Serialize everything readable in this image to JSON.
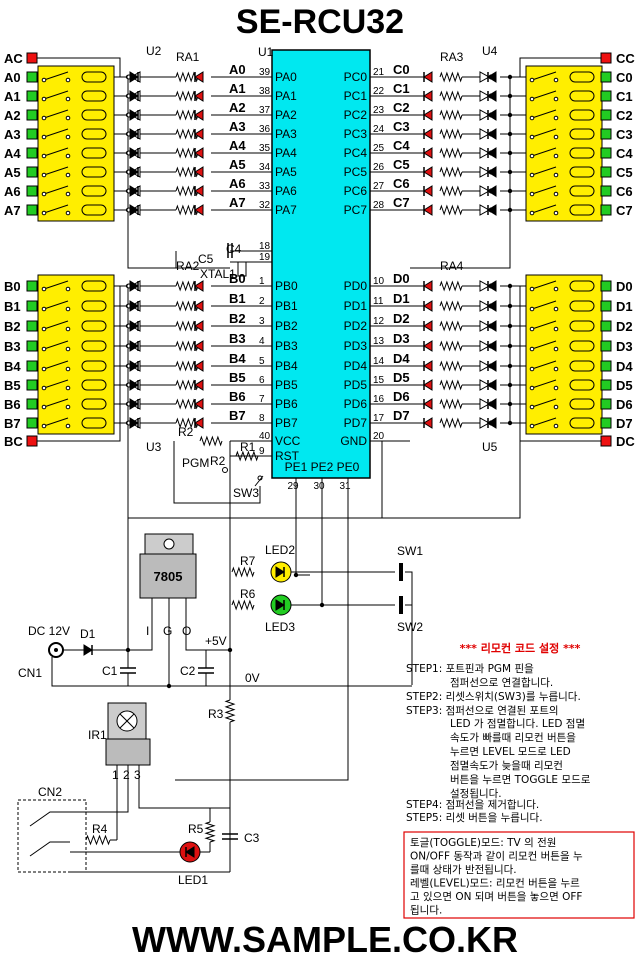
{
  "title": "SE-RCU32",
  "footer": "WWW.SAMPLE.CO.KR",
  "chip": {
    "label": "U1",
    "left_pins": [
      {
        "name": "PA0",
        "num": "39"
      },
      {
        "name": "PA1",
        "num": "38"
      },
      {
        "name": "PA2",
        "num": "37"
      },
      {
        "name": "PA3",
        "num": "36"
      },
      {
        "name": "PA4",
        "num": "35"
      },
      {
        "name": "PA5",
        "num": "34"
      },
      {
        "name": "PA6",
        "num": "33"
      },
      {
        "name": "PA7",
        "num": "32"
      },
      {
        "name": "",
        "num": "18"
      },
      {
        "name": "",
        "num": "19"
      },
      {
        "name": "PB0",
        "num": "1"
      },
      {
        "name": "PB1",
        "num": "2"
      },
      {
        "name": "PB2",
        "num": "3"
      },
      {
        "name": "PB3",
        "num": "4"
      },
      {
        "name": "PB4",
        "num": "5"
      },
      {
        "name": "PB5",
        "num": "6"
      },
      {
        "name": "PB6",
        "num": "7"
      },
      {
        "name": "PB7",
        "num": "8"
      },
      {
        "name": "VCC",
        "num": "40"
      },
      {
        "name": "RST",
        "num": "9"
      }
    ],
    "right_pins": [
      {
        "name": "PC0",
        "num": "21"
      },
      {
        "name": "PC1",
        "num": "22"
      },
      {
        "name": "PC2",
        "num": "23"
      },
      {
        "name": "PC3",
        "num": "24"
      },
      {
        "name": "PC4",
        "num": "25"
      },
      {
        "name": "PC5",
        "num": "26"
      },
      {
        "name": "PC6",
        "num": "27"
      },
      {
        "name": "PC7",
        "num": "28"
      },
      {
        "name": "PD0",
        "num": "10"
      },
      {
        "name": "PD1",
        "num": "11"
      },
      {
        "name": "PD2",
        "num": "12"
      },
      {
        "name": "PD3",
        "num": "13"
      },
      {
        "name": "PD4",
        "num": "14"
      },
      {
        "name": "PD5",
        "num": "15"
      },
      {
        "name": "PD6",
        "num": "16"
      },
      {
        "name": "PD7",
        "num": "17"
      },
      {
        "name": "GND",
        "num": "20"
      }
    ],
    "bottom_pins": [
      {
        "name": "PE1",
        "num": "29"
      },
      {
        "name": "PE2",
        "num": "30"
      },
      {
        "name": "PE0",
        "num": "31"
      }
    ]
  },
  "groups": {
    "left_top": {
      "common": "AC",
      "channels": [
        "A0",
        "A1",
        "A2",
        "A3",
        "A4",
        "A5",
        "A6",
        "A7"
      ],
      "array": "RA1",
      "driver": "U2",
      "net": [
        "A0",
        "A1",
        "A2",
        "A3",
        "A4",
        "A5",
        "A6",
        "A7"
      ]
    },
    "left_bottom": {
      "common": "BC",
      "channels": [
        "B0",
        "B1",
        "B2",
        "B3",
        "B4",
        "B5",
        "B6",
        "B7"
      ],
      "array": "RA2",
      "driver": "U3",
      "net": [
        "B0",
        "B1",
        "B2",
        "B3",
        "B4",
        "B5",
        "B6",
        "B7"
      ]
    },
    "right_top": {
      "common": "CC",
      "channels": [
        "C0",
        "C1",
        "C2",
        "C3",
        "C4",
        "C5",
        "C6",
        "C7"
      ],
      "array": "RA3",
      "driver": "U4",
      "net": [
        "C0",
        "C1",
        "C2",
        "C3",
        "C4",
        "C5",
        "C6",
        "C7"
      ]
    },
    "right_bottom": {
      "common": "DC",
      "channels": [
        "D0",
        "D1",
        "D2",
        "D3",
        "D4",
        "D5",
        "D6",
        "D7"
      ],
      "array": "RA4",
      "driver": "U5",
      "net": [
        "D0",
        "D1",
        "D2",
        "D3",
        "D4",
        "D5",
        "D6",
        "D7"
      ]
    }
  },
  "components": {
    "c4": "C4",
    "c5": "C5",
    "xtal": "XTAL1",
    "r2": "R2",
    "r1": "R1",
    "pgm": "PGM",
    "sw3": "SW3",
    "reg": "7805",
    "reg_i": "I",
    "reg_g": "G",
    "reg_o": "O",
    "r7": "R7",
    "r6": "R6",
    "led2": "LED2",
    "led3": "LED3",
    "sw1": "SW1",
    "sw2": "SW2",
    "dc": "DC 12V",
    "d1": "D1",
    "cn1": "CN1",
    "c1": "C1",
    "c2": "C2",
    "v5": "+5V",
    "v0": "0V",
    "r3": "R3",
    "ir1": "IR1",
    "ir_pins": [
      "1",
      "2",
      "3"
    ],
    "cn2": "CN2",
    "r4": "R4",
    "r5": "R5",
    "c3": "C3",
    "led1": "LED1"
  },
  "notes": {
    "heading": "*** 리모컨 코드 설정 ***",
    "steps": [
      "STEP1: 포트핀과 PGM 핀을",
      "점퍼선으로 연결합니다.",
      "STEP2: 리셋스위치(SW3)를 누릅니다.",
      "STEP3: 점퍼선으로 연결된 포트의",
      "LED 가 점멸합니다. LED 점멸",
      "속도가 빠를때 리모컨 버튼을",
      "누르면 LEVEL 모드로 LED",
      "점멸속도가 늦을때 리모컨",
      "버튼을 누르면 TOGGLE 모드로",
      "설정됩니다.",
      "STEP4: 점퍼선을 제거합니다.",
      "STEP5: 리셋 버튼을 누릅니다."
    ],
    "box": [
      "토글(TOGGLE)모드: TV 의 전원",
      "ON/OFF 동작과 같이 리모컨 버튼을 누",
      "를때 상태가 반전됩니다.",
      "레벨(LEVEL)모드: 리모컨 버튼을 누르",
      "고 있으면 ON 되며 버튼을 놓으면 OFF",
      "됩니다."
    ]
  },
  "colors": {
    "connector_green": "#22cc22",
    "connector_red": "#ee1111",
    "relay_yellow": "#ffee00",
    "led_red": "#dd1111",
    "led_yellow": "#ffee00",
    "led_green": "#22cc22",
    "chip_cyan": "#00e8f0",
    "note_red": "#e00000"
  }
}
